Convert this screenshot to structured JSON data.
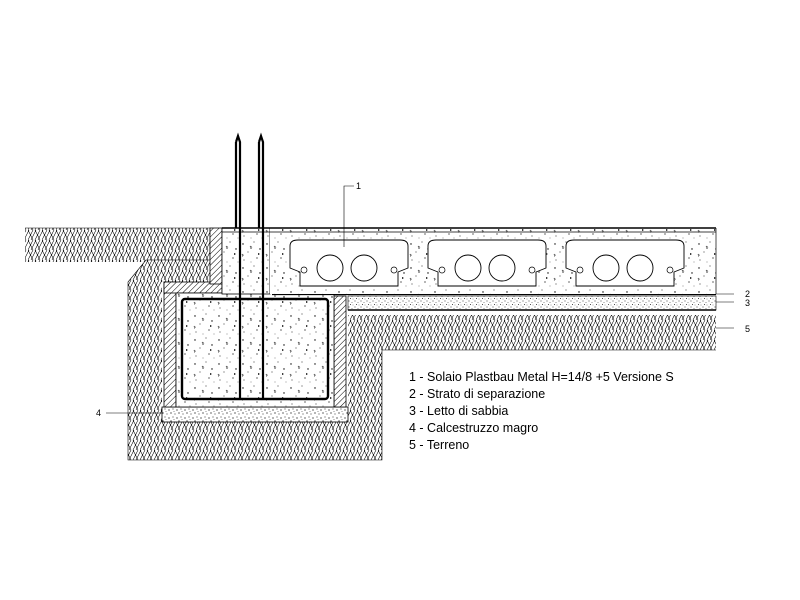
{
  "callouts": [
    {
      "number": "1"
    },
    {
      "number": "2"
    },
    {
      "number": "3"
    },
    {
      "number": "4"
    },
    {
      "number": "5"
    }
  ],
  "legend": {
    "items": [
      "1 - Solaio Plastbau Metal H=14/8 +5 Versione S",
      "2 - Strato di separazione",
      "3 - Letto di sabbia",
      "4 - Calcestruzzo magro",
      "5 - Terreno"
    ]
  }
}
